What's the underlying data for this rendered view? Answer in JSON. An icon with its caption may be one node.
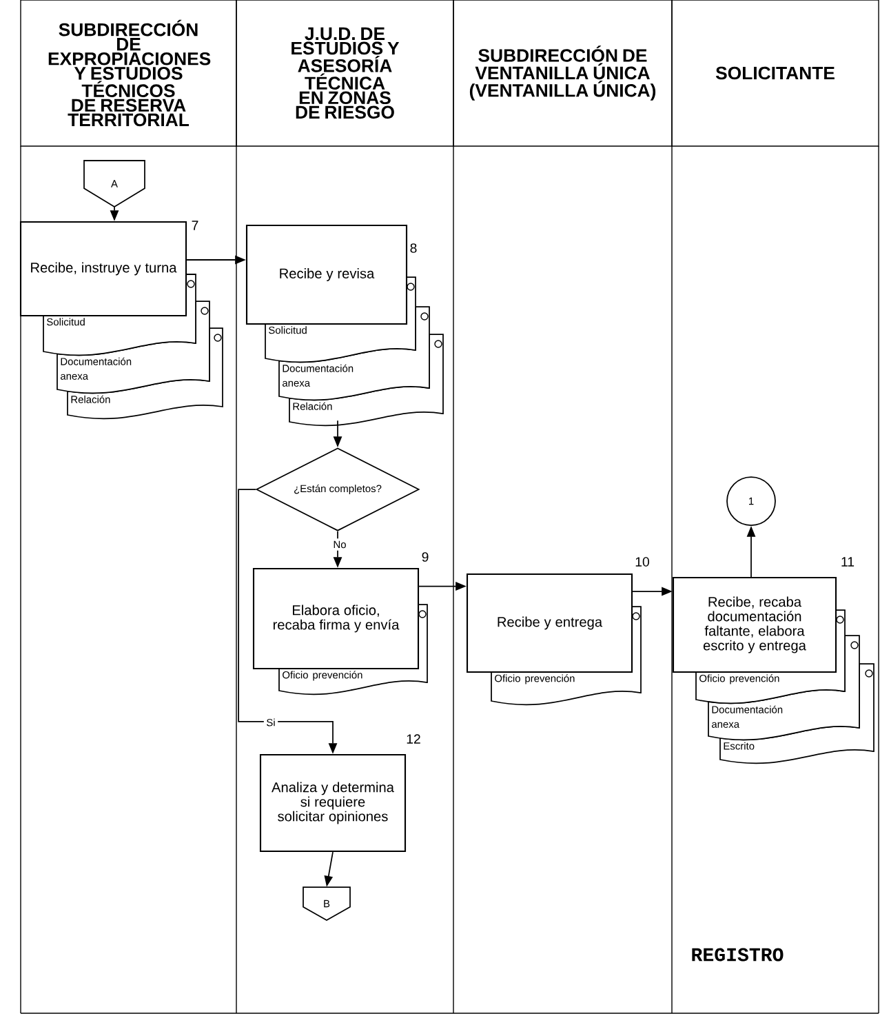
{
  "diagram": {
    "nodes": [
      {
        "text": [
          "SUBDIRECCIÓN DE EXPROPIACIONES Y ESTUDIOS TÉCNICOS DE RESERVA TERRITORIAL"
        ]
      },
      {
        "text": [
          "J.U.D. DE ESTUDIOS Y ASESORÍA TÉCNICA EN ZONAS DE RIESGO"
        ]
      },
      {
        "text": [
          "SUBDIRECCIÓN DE VENTANILLA ÚNICA (VENTANILLA ÚNICA)"
        ]
      },
      {
        "text": [
          "SOLICITANTE"
        ]
      },
      {
        "text": [
          "A"
        ]
      },
      {
        "text": [
          "Recibe, instruye y turna"
        ],
        "beside": [
          "7"
        ]
      },
      {
        "text": [
          "Solicitud"
        ]
      },
      {
        "text": [
          "Documentación anexa"
        ]
      },
      {
        "text": [
          "Relación"
        ]
      },
      {
        "text": [
          "Recibe y revisa"
        ],
        "beside": [
          "8"
        ]
      },
      {
        "text": [
          "Solicitud"
        ]
      },
      {
        "text": [
          "Documentación anexa"
        ]
      },
      {
        "text": [
          "Relación"
        ]
      },
      {
        "text": [
          "¿Están completos?"
        ]
      },
      {
        "text": [
          "Elabora oficio, recaba firma y envía"
        ],
        "beside": [
          "9"
        ]
      },
      {
        "text": [
          "Oficio prevención"
        ]
      },
      {
        "text": [
          "Analiza y determina si requiere solicitar opiniones"
        ],
        "beside": [
          "12"
        ]
      },
      {
        "text": [
          "B"
        ]
      },
      {
        "text": [
          "Recibe y entrega"
        ],
        "beside": [
          "10"
        ]
      },
      {
        "text": [
          "Oficio prevención"
        ]
      },
      {
        "text": [
          "Recibe, recaba documentación faltante, elabora escrito y entrega"
        ],
        "beside": [
          "11"
        ]
      },
      {
        "text": [
          "Oficio prevención"
        ]
      },
      {
        "text": [
          "Documentación anexa"
        ]
      },
      {
        "text": [
          "Escrito"
        ]
      },
      {
        "text": [
          "1"
        ]
      }
    ],
    "edges": [
      {
        "from": 4,
        "to": 5,
        "arrow": "to"
      },
      {
        "from": 5,
        "to": 9,
        "arrow": "to"
      },
      {
        "from": 12,
        "to": 13,
        "arrow": "to"
      },
      {
        "from": 13,
        "to": 14,
        "arrow": "to",
        "label": "No"
      },
      {
        "from": 13,
        "to": 16,
        "arrow": "to",
        "label": "Si"
      },
      {
        "from": 14,
        "to": 18,
        "arrow": "to"
      },
      {
        "from": 18,
        "to": 20,
        "arrow": "to"
      },
      {
        "from": 20,
        "to": 24,
        "arrow": "to"
      },
      {
        "from": 16,
        "to": 17,
        "arrow": "to"
      }
    ],
    "labels": [
      "REGISTRO"
    ]
  }
}
